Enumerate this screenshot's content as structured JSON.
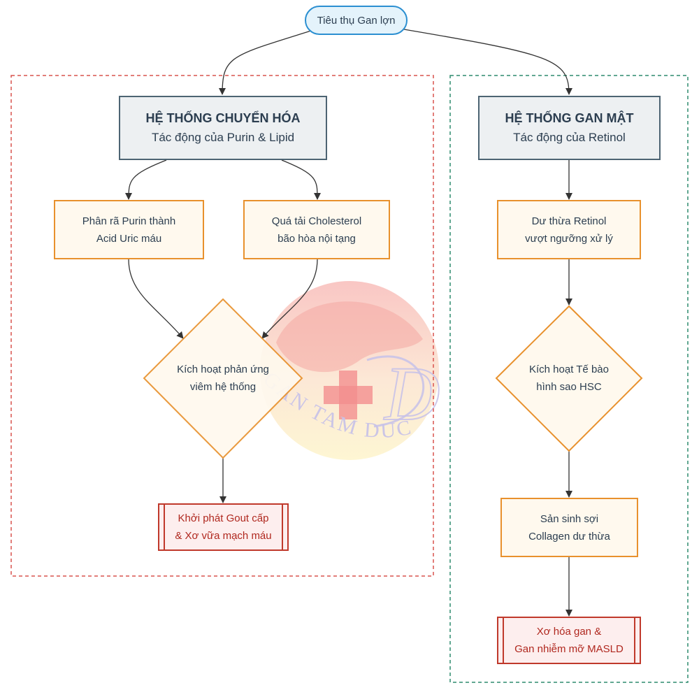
{
  "start": {
    "label": "Tiêu thụ Gan lợn"
  },
  "left_system": {
    "title": "HỆ THỐNG CHUYỂN HÓA",
    "subtitle": "Tác động của Purin & Lipid",
    "purin": {
      "line1": "Phân rã Purin thành",
      "line2": "Acid Uric máu"
    },
    "cholesterol": {
      "line1": "Quá tải Cholesterol",
      "line2": "bão hòa nội tạng"
    },
    "decision": {
      "line1": "Kích hoạt phản ứng",
      "line2": "viêm hệ thống"
    },
    "result": {
      "line1": "Khởi phát Gout cấp",
      "line2": "& Xơ vữa mạch máu"
    }
  },
  "right_system": {
    "title": "HỆ THỐNG GAN MẬT",
    "subtitle": "Tác động của Retinol",
    "retinol": {
      "line1": "Dư thừa Retinol",
      "line2": "vượt ngưỡng xử lý"
    },
    "decision": {
      "line1": "Kích hoạt Tế bào",
      "line2": "hình sao HSC"
    },
    "collagen": {
      "line1": "Sản sinh sợi",
      "line2": "Collagen dư thừa"
    },
    "result": {
      "line1": "Xơ hóa gan &",
      "line2": "Gan nhiễm mỡ MASLD"
    }
  },
  "watermark": {
    "text": "GAN TAM DUC",
    "letter": "D"
  },
  "colors": {
    "left_group_border": "#d9534f",
    "right_group_border": "#2e8b6e",
    "arrow": "#333333",
    "pill_border": "#2b8fd1",
    "header_border": "#4d6473",
    "step_border": "#e8912d",
    "result_border": "#c0392b"
  }
}
